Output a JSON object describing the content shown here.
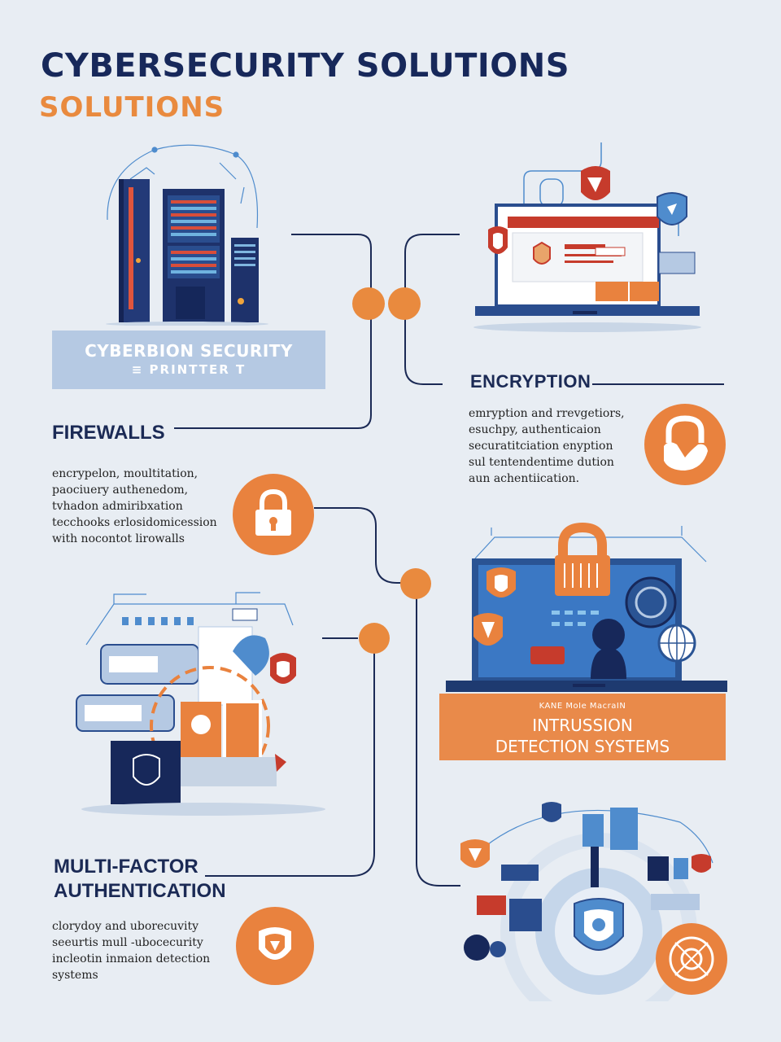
{
  "title": {
    "main": "CYBERSECURITY SOLUTIONS",
    "sub": "SOLUTIONS"
  },
  "colors": {
    "navy": "#17285a",
    "orange": "#e98a3e",
    "light_blue": "#b5c9e3",
    "mid_blue": "#4f8ccd",
    "background": "#e8edf3"
  },
  "banners": {
    "security": {
      "line1": "CYBERBION SECURITY",
      "line2": "≡ PRINTTER T"
    },
    "ids": {
      "line0": "KANE MoIe MacraIN",
      "line1": "INTRUSSION",
      "line2": "DETECTION SYSTEMS"
    }
  },
  "sections": {
    "firewalls": {
      "heading": "FIREWALLS",
      "lines": [
        "encrypelon, moultitation,",
        "paociuery authenedom,",
        "tvhadon admiribxation",
        "tecchooks erlosidomicession",
        "with nocontot lirowalls"
      ],
      "icon": "padlock-icon"
    },
    "encryption": {
      "heading": "ENCRYPTION",
      "lines": [
        "emryption and rrevgetiors,",
        "esuchpy, authenticaion",
        "securatitciation enyption",
        "sul tentendentime dution",
        "aun achentiication."
      ],
      "icon": "unlocked-padlock-icon"
    },
    "mfa": {
      "heading_line1": "MULTI-FACTOR",
      "heading_line2": "AUTHENTICATION",
      "lines": [
        "clorydoy and uborecuvity",
        "seeurtis mull -ubocecurity",
        "incleotin inmaion detection",
        "systems"
      ],
      "icon": "shield-icon"
    }
  }
}
